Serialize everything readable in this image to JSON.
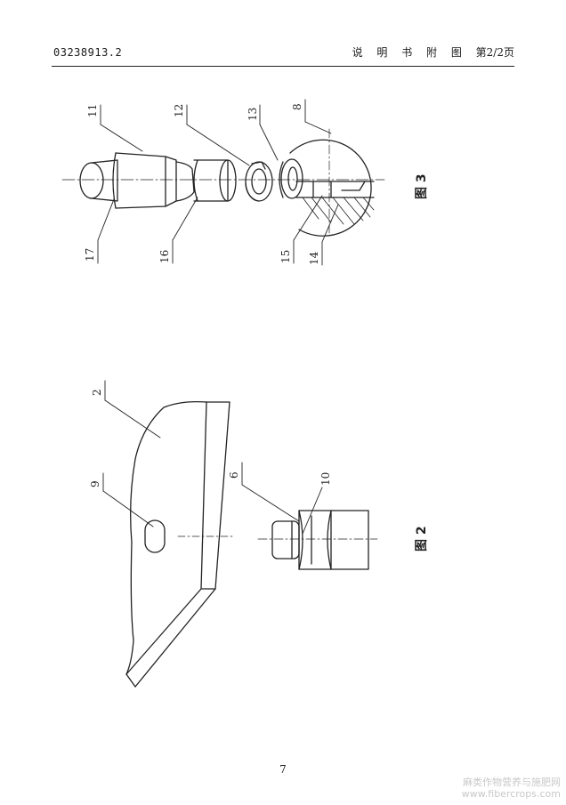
{
  "header": {
    "patent_number": "03238913.2",
    "section_title": "说 明 书 附 图",
    "page_info": "第2/2页"
  },
  "figures": {
    "fig2": {
      "caption": "图 2",
      "labels": {
        "blade": "2",
        "slot": "9",
        "bolt": "6",
        "nut": "10"
      }
    },
    "fig3": {
      "caption": "图 3",
      "labels": {
        "shaft": "11",
        "spring_washer": "12",
        "washer": "13",
        "ball": "8",
        "pin": "17",
        "collar": "16",
        "bore": "15",
        "hatch": "14"
      }
    }
  },
  "footer": {
    "page_number": "7"
  },
  "watermark": {
    "text": "麻类作物营养与施肥网",
    "url": "www.fibercrops.com"
  }
}
